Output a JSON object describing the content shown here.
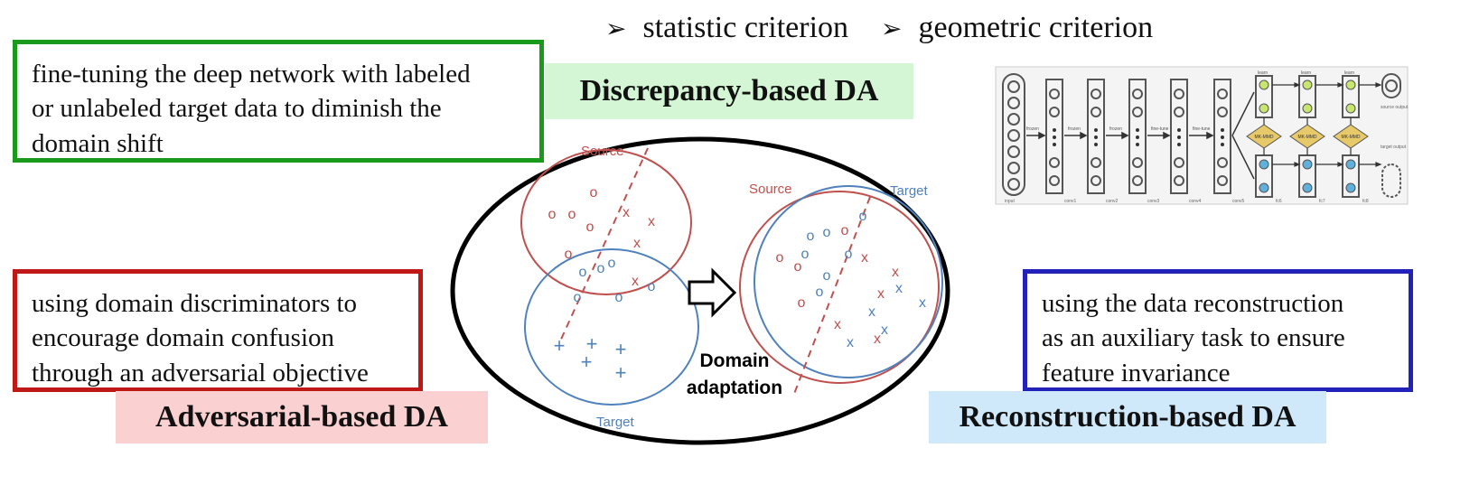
{
  "criteria": {
    "arrow_glyph": "➢",
    "items": [
      "statistic criterion",
      "geometric criterion"
    ]
  },
  "discrepancy": {
    "description_lines": [
      "fine-tuning the deep network with labeled",
      "or unlabeled target data to diminish the",
      "domain shift"
    ],
    "label": "Discrepancy-based DA",
    "border_color": "#1a9a1a",
    "label_bg": "#d4f6d4"
  },
  "adversarial": {
    "description_lines": [
      "using domain discriminators to",
      "encourage domain confusion",
      "through an adversarial objective"
    ],
    "label": "Adversarial-based DA",
    "border_color": "#c01717",
    "label_bg": "#fbd0d0"
  },
  "reconstruction": {
    "description_lines": [
      "using the data reconstruction",
      "as an auxiliary task to ensure",
      "feature invariance"
    ],
    "label": "Reconstruction-based DA",
    "border_color": "#2222bb",
    "label_bg": "#cfe8fa"
  },
  "center": {
    "before": {
      "source_label": "Source",
      "target_label": "Target"
    },
    "after": {
      "source_label": "Source",
      "target_label": "Target"
    },
    "caption_lines": [
      "Domain",
      "adaptation"
    ],
    "source_color": "#c0504d",
    "target_color": "#4f81bd",
    "markers": {
      "source": "x",
      "target_after": "x",
      "circle": "o",
      "plus": "+"
    }
  },
  "architecture": {
    "layer_labels": [
      "input",
      "conv1",
      "conv2",
      "conv3",
      "conv4",
      "conv5",
      "fc6",
      "fc7",
      "fc8"
    ],
    "transfer_labels": [
      "frozen",
      "frozen",
      "frozen",
      "fine-tune",
      "fine-tune",
      "learn",
      "learn",
      "learn"
    ],
    "mkmmd_label": "MK-MMD",
    "outputs": [
      "source output",
      "target output"
    ]
  }
}
